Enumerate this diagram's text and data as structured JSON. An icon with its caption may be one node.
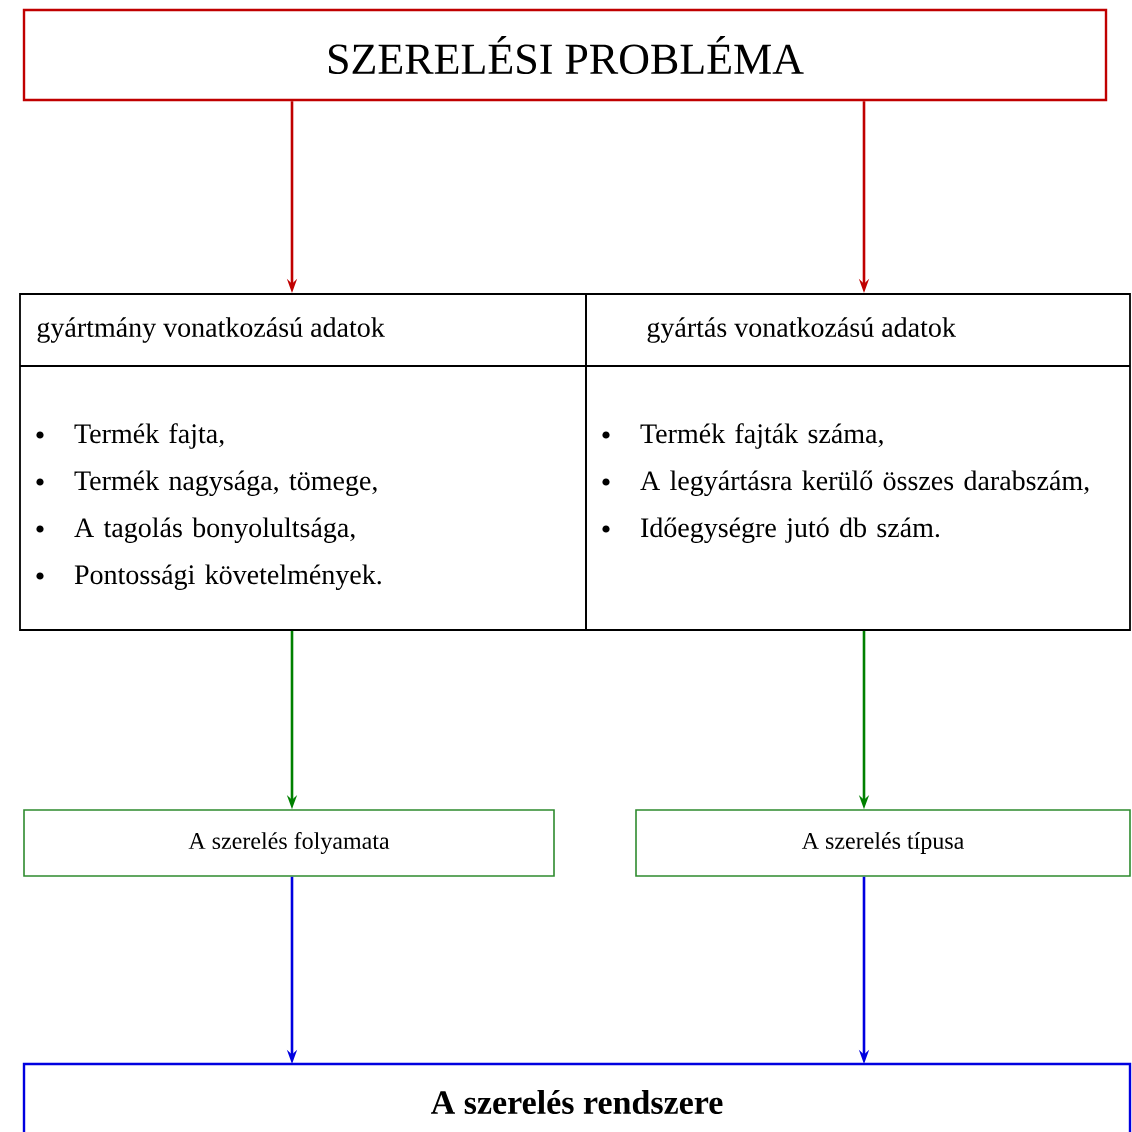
{
  "diagram": {
    "nodes": [
      {
        "text": [
          "SZERELÉSI PROBLÉMA"
        ]
      },
      {
        "text": [
          "gyártmány vonatkozású adatok",
          "Termék fajta,",
          "Termék nagysága, tömege,",
          "A tagolás bonyolultsága,",
          "Pontossági követelmények."
        ]
      },
      {
        "text": [
          "gyártás vonatkozású adatok",
          "Termék fajták száma,",
          "A legyártásra kerülő összes darabszám,",
          "Időegységre jutó db szám."
        ]
      },
      {
        "text": [
          "A szerelés folyamata"
        ]
      },
      {
        "text": [
          "A szerelés típusa"
        ]
      },
      {
        "text": [
          "A szerelés rendszere"
        ]
      }
    ],
    "edges": [
      {
        "from": 0,
        "to": 1,
        "arrow": "to",
        "color": "#c00000"
      },
      {
        "from": 0,
        "to": 2,
        "arrow": "to",
        "color": "#c00000"
      },
      {
        "from": 1,
        "to": 3,
        "arrow": "to",
        "color": "#008000"
      },
      {
        "from": 2,
        "to": 4,
        "arrow": "to",
        "color": "#008000"
      },
      {
        "from": 3,
        "to": 5,
        "arrow": "to",
        "color": "#0000e0"
      },
      {
        "from": 4,
        "to": 5,
        "arrow": "to",
        "color": "#0000e0"
      }
    ]
  }
}
